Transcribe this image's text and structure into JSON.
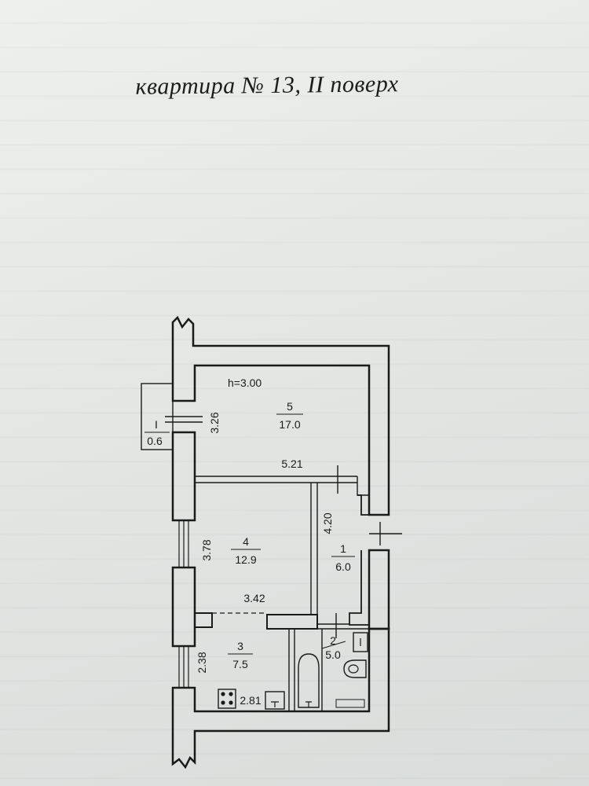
{
  "title": "квартира № 13,  II поверх",
  "height_label": "h=3.00",
  "rooms": [
    {
      "number": "1",
      "area": "6.0"
    },
    {
      "number": "2",
      "area": "5.0"
    },
    {
      "number": "3",
      "area": "7.5"
    },
    {
      "number": "4",
      "area": "12.9"
    },
    {
      "number": "5",
      "area": "17.0"
    },
    {
      "number": "I",
      "area": "0.6"
    }
  ],
  "dimensions": {
    "room5_height": "3.26",
    "room5_width": "5.21",
    "room4_height": "3.78",
    "room4_width": "3.42",
    "room1_height": "4.20",
    "room3_height": "2.38",
    "room3_width": "2.81"
  },
  "colors": {
    "ink": "#1a1a1a",
    "paper": "#e6e8e6"
  }
}
